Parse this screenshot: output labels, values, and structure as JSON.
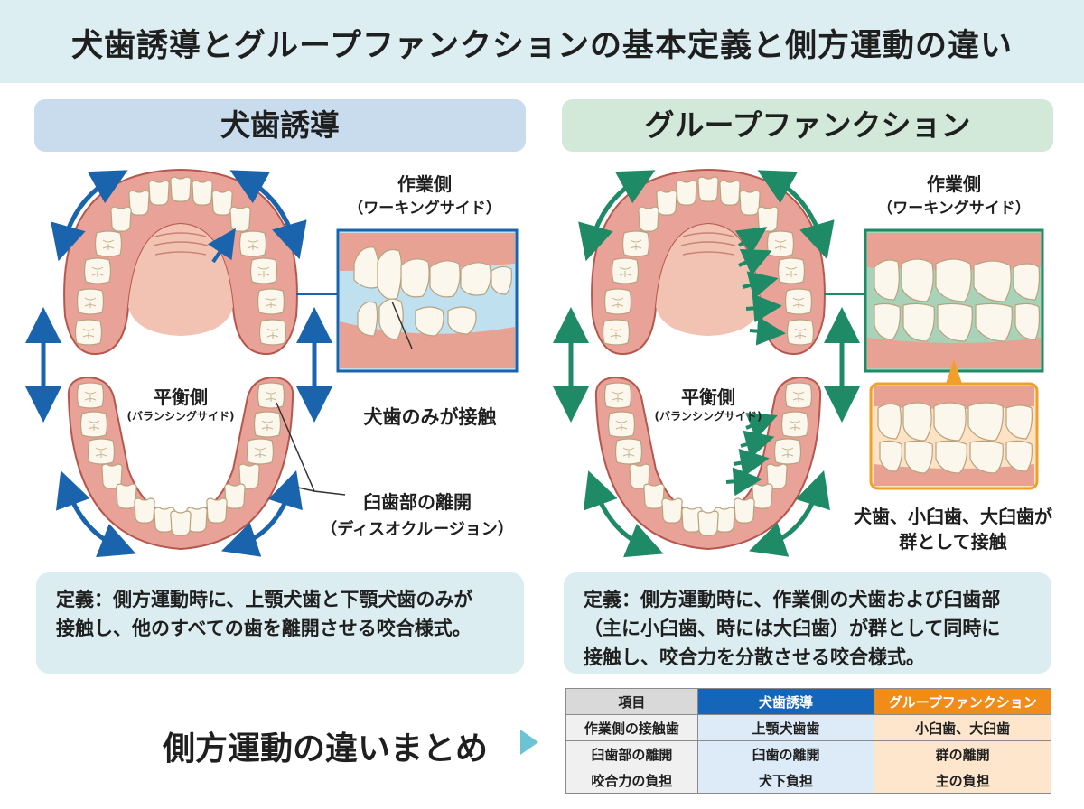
{
  "title": "犬歯誘導とグループファンクションの基本定義と側方運動の違い",
  "left": {
    "header": "犬歯誘導",
    "working_side": "作業側",
    "working_side_sub": "（ワーキングサイド）",
    "balancing_side": "平衡側",
    "balancing_side_sub": "(バランシングサイド)",
    "callout": "犬歯のみが接触",
    "disclusion": "臼歯部の離開",
    "disclusion_sub": "（ディスオクルージョン）",
    "definition_line1": "定義：側方運動時に、上顎犬歯と下顎犬歯のみが",
    "definition_line2": "接触し、他のすべての歯を離開させる咬合様式。"
  },
  "right": {
    "header": "グループファンクション",
    "working_side": "作業側",
    "working_side_sub": "（ワーキングサイド）",
    "balancing_side": "平衡側",
    "balancing_side_sub": "(バランシングサイド)",
    "callout_line1": "犬歯、小臼歯、大臼歯が",
    "callout_line2": "群として接触",
    "definition_line1": "定義：側方運動時に、作業側の犬歯および臼歯部",
    "definition_line2": "（主に小臼歯、時には大臼歯）が群として同時に",
    "definition_line3": "接触し、咬合力を分散させる咬合様式。"
  },
  "summary": {
    "title": "側方運動の違いまとめ",
    "headers": [
      "項目",
      "犬歯誘導",
      "グループファンクション"
    ],
    "rows": [
      [
        "作業側の接触歯",
        "上顎犬歯歯",
        "小臼歯、大臼歯"
      ],
      [
        "臼歯部の離開",
        "臼歯の離開",
        "群の離開"
      ],
      [
        "咬合力の負担",
        "犬下負担",
        "主の負担"
      ]
    ]
  },
  "colors": {
    "canine_accent": "#1a64ad",
    "group_accent": "#1f8a66",
    "group_highlight": "#f0a02a",
    "gum": "#e9a298",
    "tooth": "#fbf7ec"
  }
}
